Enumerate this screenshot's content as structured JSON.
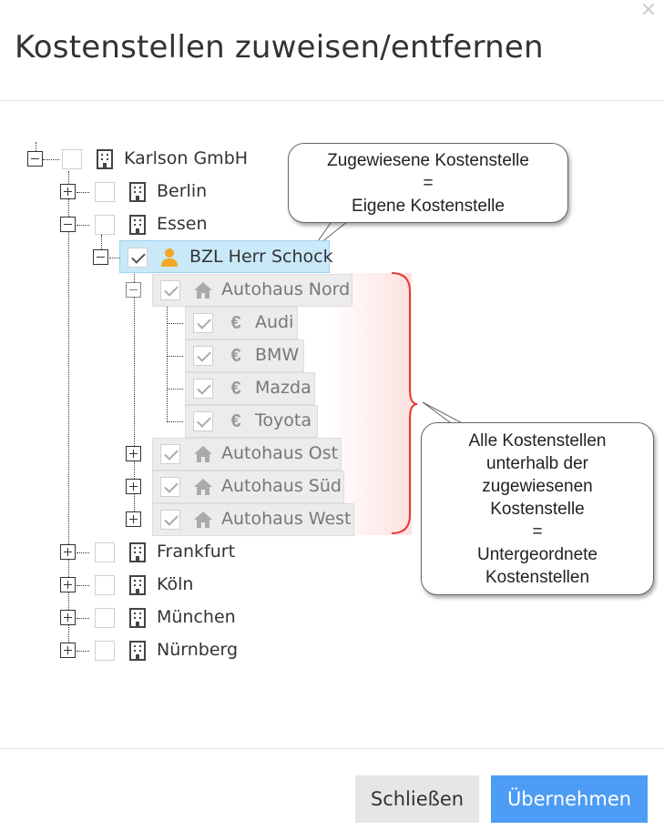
{
  "dialog": {
    "title": "Kostenstellen zuweisen/entfernen",
    "close_label": "×"
  },
  "tree": {
    "root": "Karlson GmbH",
    "berlin": "Berlin",
    "essen": "Essen",
    "bzl": "BZL Herr Schock",
    "autohaus_nord": "Autohaus Nord",
    "audi": "Audi",
    "bmw": "BMW",
    "mazda": "Mazda",
    "toyota": "Toyota",
    "autohaus_ost": "Autohaus Ost",
    "autohaus_sued": "Autohaus Süd",
    "autohaus_west": "Autohaus West",
    "frankfurt": "Frankfurt",
    "koeln": "Köln",
    "muenchen": "München",
    "nuernberg": "Nürnberg"
  },
  "icons": {
    "building": "building-icon",
    "person": "person-icon",
    "house": "house-icon",
    "euro": "€"
  },
  "callouts": {
    "top": [
      "Zugewiesene Kostenstelle",
      "=",
      "Eigene Kostenstelle"
    ],
    "bottom": [
      "Alle Kostenstellen",
      "unterhalb der",
      "zugewiesenen",
      "Kostenstelle",
      "=",
      "Untergeordnete",
      "Kostenstellen"
    ]
  },
  "buttons": {
    "close": "Schließen",
    "apply": "Übernehmen"
  },
  "colors": {
    "accent": "#4d9cf5",
    "selected_bg": "#c9e8f8",
    "brace": "#e53935",
    "person": "#f5a623"
  }
}
